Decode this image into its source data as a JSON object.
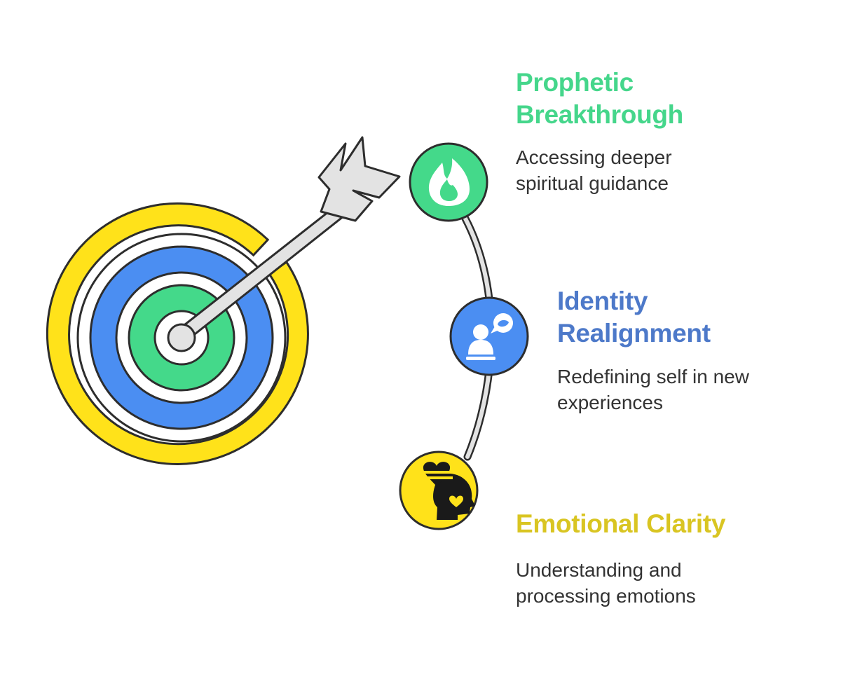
{
  "colors": {
    "green": "#44D98A",
    "blue": "#4B8EF2",
    "yellow": "#FFE21A",
    "title_green": "#45D68B",
    "title_blue": "#4D79C9",
    "title_yellow": "#D9C522",
    "outline": "#2D2D2D",
    "arrow": "#E3E3E3"
  },
  "items": [
    {
      "title_line1": "Prophetic",
      "title_line2": "Breakthrough",
      "desc_line1": "Accessing deeper",
      "desc_line2": "spiritual guidance",
      "icon": "flame-icon"
    },
    {
      "title_line1": "Identity",
      "title_line2": "Realignment",
      "desc_line1": "Redefining self in new",
      "desc_line2": "experiences",
      "icon": "person-speech-icon"
    },
    {
      "title_line1": "Emotional Clarity",
      "desc_line1": "Understanding and",
      "desc_line2": "processing emotions",
      "icon": "head-heart-icon"
    }
  ]
}
